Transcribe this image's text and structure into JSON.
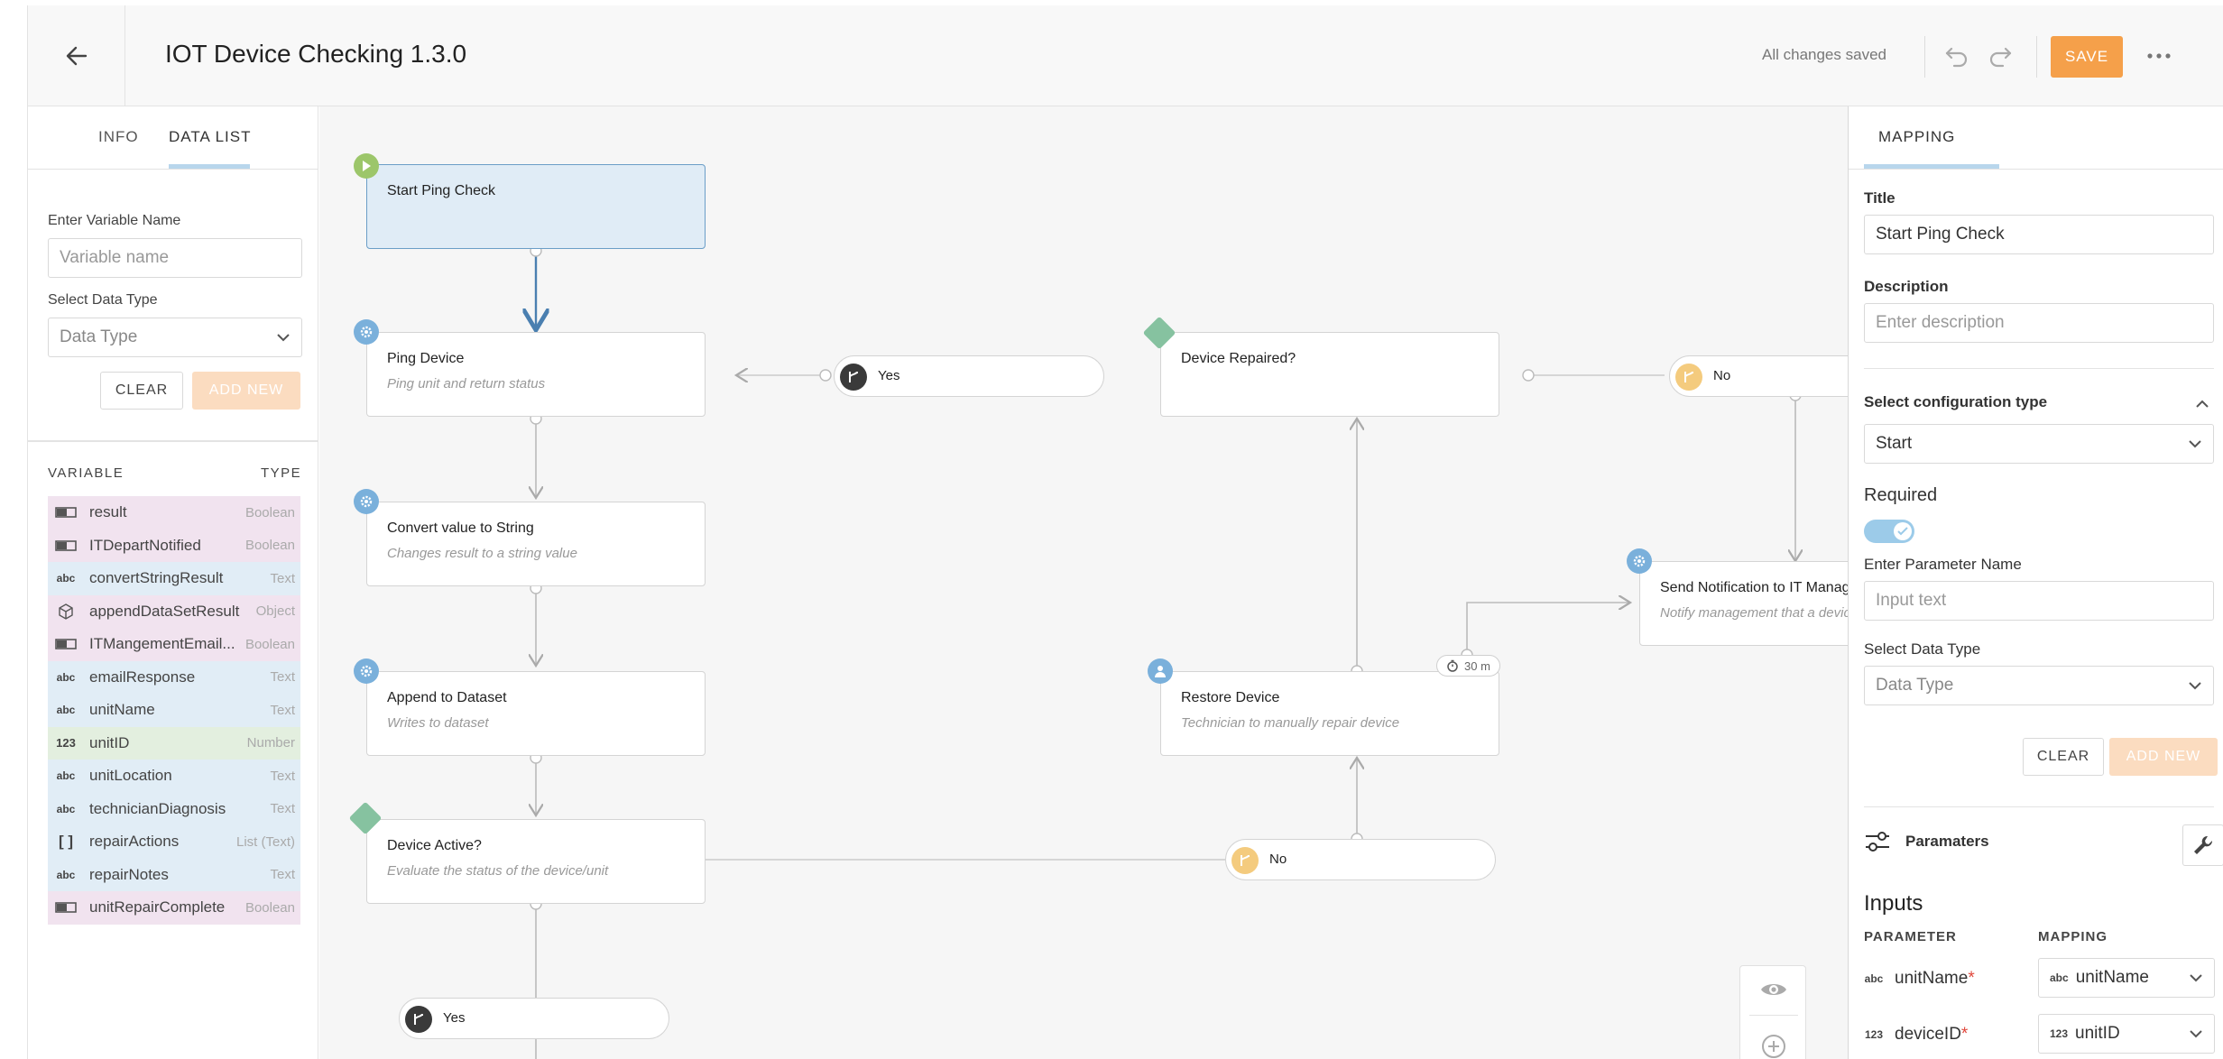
{
  "header": {
    "title": "IOT Device Checking 1.3.0",
    "saved_status": "All changes saved",
    "save_label": "SAVE"
  },
  "left_panel": {
    "tabs": [
      {
        "label": "INFO",
        "active": false
      },
      {
        "label": "DATA LIST",
        "active": true
      }
    ],
    "var_name_label": "Enter Variable Name",
    "var_name_placeholder": "Variable name",
    "data_type_label": "Select Data Type",
    "data_type_placeholder": "Data Type",
    "clear_label": "CLEAR",
    "add_new_label": "ADD NEW",
    "col_variable": "VARIABLE",
    "col_type": "TYPE",
    "variables": [
      {
        "name": "result",
        "type": "Boolean",
        "icon": "toggle-icon"
      },
      {
        "name": "ITDepartNotified",
        "type": "Boolean",
        "icon": "toggle-icon"
      },
      {
        "name": "convertStringResult",
        "type": "Text",
        "icon": "text-abc-icon"
      },
      {
        "name": "appendDataSetResult",
        "type": "Object",
        "icon": "cube-icon"
      },
      {
        "name": "ITMangementEmail...",
        "type": "Boolean",
        "icon": "toggle-icon"
      },
      {
        "name": "emailResponse",
        "type": "Text",
        "icon": "text-abc-icon"
      },
      {
        "name": "unitName",
        "type": "Text",
        "icon": "text-abc-icon"
      },
      {
        "name": "unitID",
        "type": "Number",
        "icon": "number-123-icon"
      },
      {
        "name": "unitLocation",
        "type": "Text",
        "icon": "text-abc-icon"
      },
      {
        "name": "technicianDiagnosis",
        "type": "Text",
        "icon": "text-abc-icon"
      },
      {
        "name": "repairActions",
        "type": "List (Text)",
        "icon": "list-brackets-icon"
      },
      {
        "name": "repairNotes",
        "type": "Text",
        "icon": "text-abc-icon"
      },
      {
        "name": "unitRepairComplete",
        "type": "Boolean",
        "icon": "toggle-icon"
      }
    ]
  },
  "canvas": {
    "nodes": {
      "start": {
        "title": "Start Ping Check",
        "desc": ""
      },
      "ping": {
        "title": "Ping Device",
        "desc": "Ping unit and return status"
      },
      "convert": {
        "title": "Convert value to String",
        "desc": "Changes result to a string value"
      },
      "append": {
        "title": "Append to Dataset",
        "desc": "Writes to dataset"
      },
      "active": {
        "title": "Device Active?",
        "desc": "Evaluate the status of the device/unit"
      },
      "repaired": {
        "title": "Device Repaired?",
        "desc": ""
      },
      "restore": {
        "title": "Restore Device",
        "desc": "Technician to manually repair device"
      },
      "notify": {
        "title": "Send Notification to IT Management",
        "desc": "Notify management that a device needs repair"
      }
    },
    "branches": {
      "yes_top": "Yes",
      "no_top": "No",
      "no_mid": "No",
      "yes_bottom": "Yes"
    },
    "timer": "30 m"
  },
  "right_panel": {
    "tab": "MAPPING",
    "title_label": "Title",
    "title_value": "Start Ping Check",
    "description_label": "Description",
    "description_placeholder": "Enter description",
    "config_label": "Select configuration type",
    "config_value": "Start",
    "required_label": "Required",
    "required_on": true,
    "param_name_label": "Enter Parameter Name",
    "param_name_placeholder": "Input text",
    "data_type_label": "Select Data Type",
    "data_type_placeholder": "Data Type",
    "clear_label": "CLEAR",
    "add_new_label": "ADD NEW",
    "parameters_label": "Paramaters",
    "inputs_title": "Inputs",
    "col_parameter": "PARAMETER",
    "col_mapping": "MAPPING",
    "inputs": [
      {
        "param": "unitName",
        "param_icon": "abc",
        "required": "*",
        "mapping": "unitName",
        "mapping_icon": "abc"
      },
      {
        "param": "deviceID",
        "param_icon": "123",
        "required": "*",
        "mapping": "unitID",
        "mapping_icon": "123"
      }
    ]
  },
  "colors": {
    "accent_orange": "#f5a04a",
    "selected_blue": "#e0ecf6",
    "edge_blue": "#4a7fb0",
    "boolean_row": "#f1e3ef",
    "text_row": "#e1edf6",
    "number_row": "#e3efdf"
  }
}
